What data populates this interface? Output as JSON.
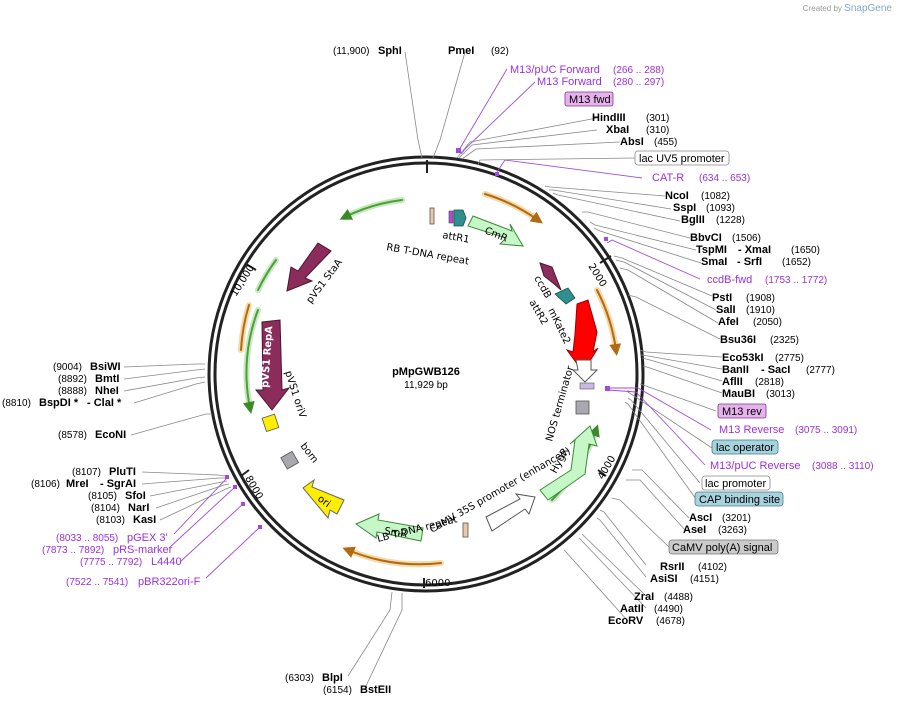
{
  "credit": {
    "prefix": "Created by",
    "brand": "SnapGene"
  },
  "center": {
    "name": "pMpGWB126",
    "size": "11,929 bp"
  },
  "ticks": [
    "2000",
    "4000",
    "6000",
    "8000",
    "10,000"
  ],
  "enzymes": [
    {
      "name": "SphI",
      "pos": "(11,900)"
    },
    {
      "name": "PmeI",
      "pos": "(92)"
    },
    {
      "name": "HindIII",
      "pos": "(301)"
    },
    {
      "name": "XbaI",
      "pos": "(310)"
    },
    {
      "name": "AbsI",
      "pos": "(455)"
    },
    {
      "name": "NcoI",
      "pos": "(1082)"
    },
    {
      "name": "SspI",
      "pos": "(1093)"
    },
    {
      "name": "BglII",
      "pos": "(1228)"
    },
    {
      "name": "BbvCI",
      "pos": "(1506)"
    },
    {
      "name": "TspMI",
      "sep": "- XmaI",
      "pos": "(1650)"
    },
    {
      "name": "SmaI",
      "sep": "- SrfI",
      "pos": "(1652)"
    },
    {
      "name": "PstI",
      "pos": "(1908)"
    },
    {
      "name": "SalI",
      "pos": "(1910)"
    },
    {
      "name": "AfeI",
      "pos": "(2050)"
    },
    {
      "name": "Bsu36I",
      "pos": "(2325)"
    },
    {
      "name": "Eco53kI",
      "pos": "(2775)"
    },
    {
      "name": "BanII",
      "sep": "- SacI",
      "pos": "(2777)"
    },
    {
      "name": "AflII",
      "pos": "(2818)"
    },
    {
      "name": "MauBI",
      "pos": "(3013)"
    },
    {
      "name": "AscI",
      "pos": "(3201)"
    },
    {
      "name": "AseI",
      "pos": "(3263)"
    },
    {
      "name": "RsrII",
      "pos": "(4102)"
    },
    {
      "name": "AsiSI",
      "pos": "(4151)"
    },
    {
      "name": "ZraI",
      "pos": "(4488)"
    },
    {
      "name": "AatII",
      "pos": "(4490)"
    },
    {
      "name": "EcoRV",
      "pos": "(4678)"
    },
    {
      "name": "BlpI",
      "pos": "(6303)"
    },
    {
      "name": "BstEII",
      "pos": "(6154)"
    },
    {
      "name": "PluTI",
      "pos": "(8107)"
    },
    {
      "name": "MreI",
      "sep": "- SgrAI",
      "pos": "(8106)"
    },
    {
      "name": "SfoI",
      "pos": "(8105)"
    },
    {
      "name": "NarI",
      "pos": "(8104)"
    },
    {
      "name": "KasI",
      "pos": "(8103)"
    },
    {
      "name": "EcoNI",
      "pos": "(8578)"
    },
    {
      "name": "BsiWI",
      "pos": "(9004)"
    },
    {
      "name": "BmtI",
      "pos": "(8892)"
    },
    {
      "name": "NheI",
      "pos": "(8888)"
    },
    {
      "name": "BspDI *",
      "sep": "- ClaI *",
      "pos": "(8810)"
    }
  ],
  "primers": [
    {
      "name": "M13/pUC Forward",
      "pos": "(266 .. 288)"
    },
    {
      "name": "M13 Forward",
      "pos": "(280 .. 297)"
    },
    {
      "name": "CAT-R",
      "pos": "(634 .. 653)"
    },
    {
      "name": "ccdB-fwd",
      "pos": "(1753 .. 1772)"
    },
    {
      "name": "M13 Reverse",
      "pos": "(3075 .. 3091)"
    },
    {
      "name": "M13/pUC Reverse",
      "pos": "(3088 .. 3110)"
    },
    {
      "name": "pGEX 3'",
      "pos": "(8033 .. 8055)"
    },
    {
      "name": "pRS-marker",
      "pos": "(7873 .. 7892)"
    },
    {
      "name": "L4440",
      "pos": "(7775 .. 7792)"
    },
    {
      "name": "pBR322ori-F",
      "pos": "(7522 .. 7541)"
    }
  ],
  "boxes": {
    "m13fwd": "M13 fwd",
    "lacuv5": "lac UV5 promoter",
    "m13rev": "M13 rev",
    "lacop": "lac operator",
    "lacprom": "lac promoter",
    "cap": "CAP binding site",
    "camv": "CaMV poly(A) signal"
  },
  "features": {
    "attR1": "attR1",
    "cmr": "CmR",
    "rb": "RB T-DNA repeat",
    "ccdb": "ccdB",
    "mkate": "mKate2",
    "attR2": "attR2",
    "nos": "NOS terminator",
    "camv35s": "CaMV 35S promoter (enhanced)",
    "hygr": "HygR",
    "lb": "LB T-DNA repeat",
    "smr": "SmR",
    "ori": "ori",
    "bom": "bom",
    "pvs1oriv": "pVS1 oriV",
    "repa": "pVS1 RepA",
    "staa": "pVS1 StaA"
  },
  "colors": {
    "primer": "#9b30d9",
    "green_feature": "#c6f7c6",
    "purple_feature": "#8b2c5b",
    "red_feature": "#ff0000",
    "yellow_feature": "#ffee00",
    "orange_track": "#e8a840",
    "green_track": "#4aa03a",
    "m13_box": "#e6b2ec",
    "blue_box": "#a7d3df",
    "grey_box": "#cbcbcb"
  }
}
